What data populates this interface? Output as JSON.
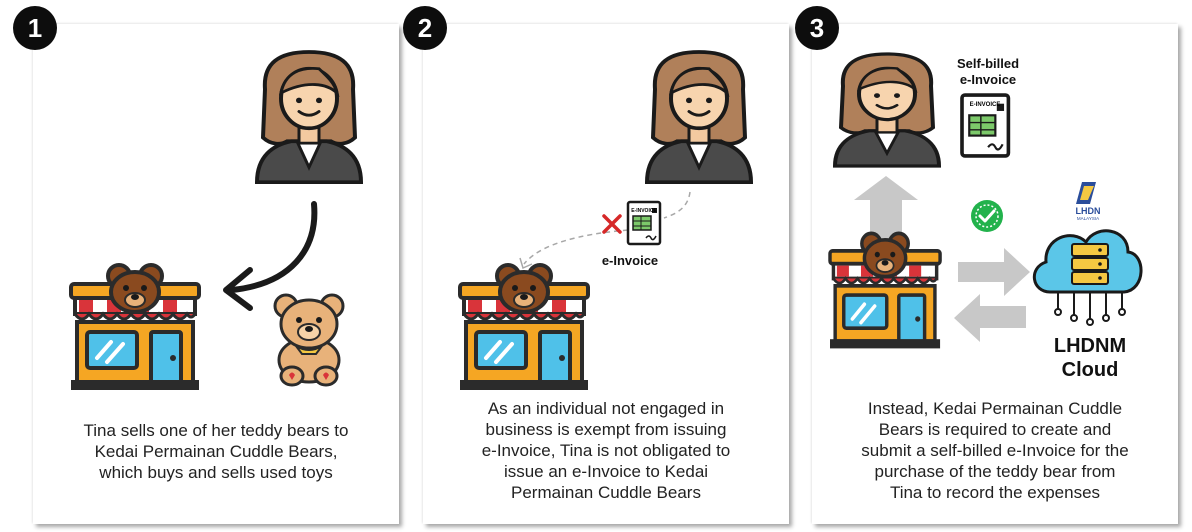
{
  "steps": [
    {
      "number": "1",
      "caption_lines": [
        "Tina sells one of her teddy bears to",
        "Kedai Permainan Cuddle Bears,",
        "which buys and sells used toys"
      ]
    },
    {
      "number": "2",
      "caption_lines": [
        "As an individual not engaged in",
        "business is exempt from issuing",
        "e-Invoice, Tina is not obligated to",
        "issue an e-Invoice to Kedai",
        "Permainan Cuddle Bears"
      ],
      "invoice_label": "e-Invoice"
    },
    {
      "number": "3",
      "caption_lines": [
        "Instead, Kedai Permainan Cuddle",
        "Bears is required to create and",
        "submit a self-billed e-Invoice for the",
        "purchase of the teddy bear from",
        "Tina to record the expenses"
      ],
      "self_billed_lines": [
        "Self-billed",
        "e-Invoice"
      ],
      "cloud_lines": [
        "LHDNM",
        "Cloud"
      ],
      "logo_text": "LHDN",
      "logo_sub": "MALAYSIA"
    }
  ],
  "invoice_doc_text": "E-INVOICE",
  "colors": {
    "shop_orange": "#f5a623",
    "shop_dark": "#2b2b2b",
    "awning_red": "#d9343a",
    "bear_brown": "#8a4a1f",
    "teddy_tan": "#e8b27a",
    "cloud_blue": "#5bc6e8",
    "check_green": "#22b24c",
    "arrow_gray": "#c8c8c8",
    "cross_red": "#d62828"
  }
}
